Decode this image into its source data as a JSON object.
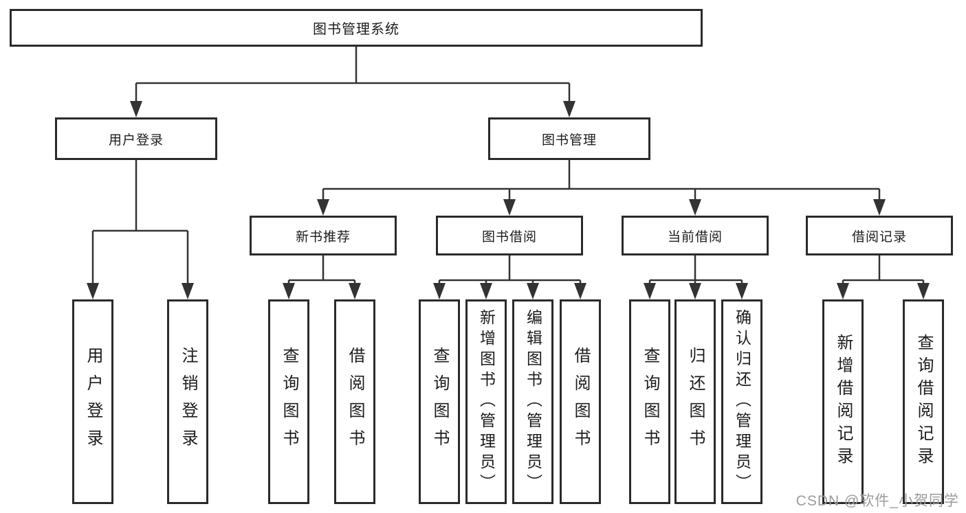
{
  "diagram": {
    "root": {
      "label": "图书管理系统"
    },
    "user_login": {
      "label": "用户登录",
      "children": [
        {
          "label": "用户登录"
        },
        {
          "label": "注销登录"
        }
      ]
    },
    "book_management": {
      "label": "图书管理",
      "sections": [
        {
          "label": "新书推荐",
          "children": [
            {
              "label": "查询图书"
            },
            {
              "label": "借阅图书"
            }
          ]
        },
        {
          "label": "图书借阅",
          "children": [
            {
              "label": "查询图书"
            },
            {
              "label": "新增图书（管理员）"
            },
            {
              "label": "编辑图书（管理员）"
            },
            {
              "label": "借阅图书"
            }
          ]
        },
        {
          "label": "当前借阅",
          "children": [
            {
              "label": "查询图书"
            },
            {
              "label": "归还图书"
            },
            {
              "label": "确认归还（管理员）"
            }
          ]
        },
        {
          "label": "借阅记录",
          "children": [
            {
              "label": "新增借阅记录"
            },
            {
              "label": "查询借阅记录"
            }
          ]
        }
      ]
    },
    "watermark": {
      "text": "CSDN @软件_小贺同学"
    },
    "colors": {
      "line": "#333333",
      "border": "#2a2a2a",
      "text": "#1c1c1c",
      "watermark": "#9b9b9b",
      "background": "#ffffff"
    }
  }
}
